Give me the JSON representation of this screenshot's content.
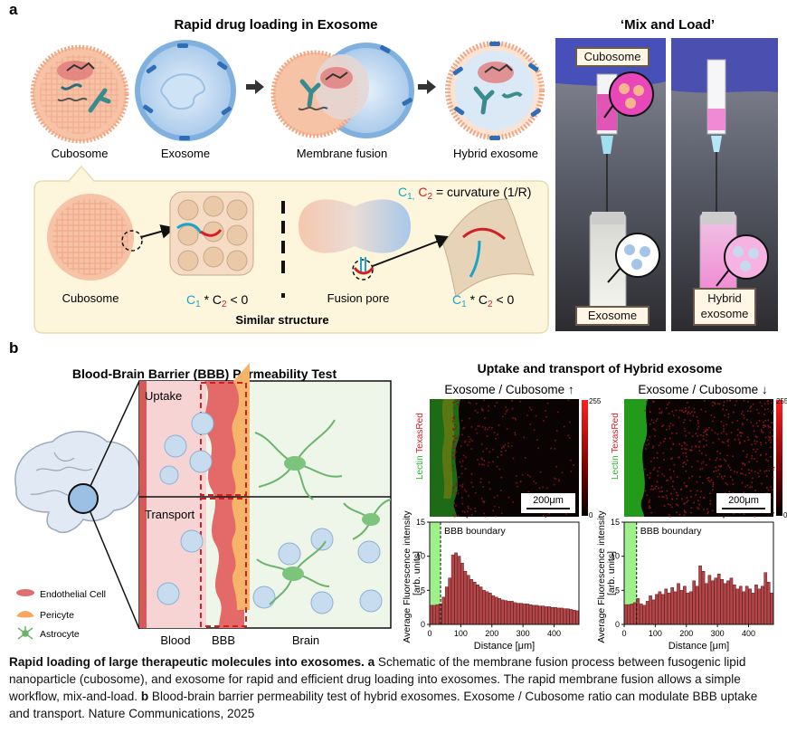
{
  "panel_a": {
    "letter": "a",
    "title": "Rapid drug loading in Exosome",
    "cells": [
      "Cubosome",
      "Exosome",
      "Membrane fusion",
      "Hybrid exosome"
    ],
    "inset": {
      "curvature_c1": "C",
      "curvature_c2": "C",
      "curvature_sub1": "1,",
      "curvature_sub2": "2",
      "curvature_text": "= curvature (1/R)",
      "cubosome_label": "Cubosome",
      "fusion_pore_label": "Fusion pore",
      "equation_left": "* C",
      "equation_tail": "< 0",
      "similar": "Similar structure"
    },
    "mix_title": "‘Mix and Load’",
    "photo_labels": {
      "top": "Cubosome",
      "bottom_left": "Exosome",
      "bottom_right_1": "Hybrid",
      "bottom_right_2": "exosome"
    }
  },
  "panel_b": {
    "letter": "b",
    "bbb_title": "Blood-Brain Barrier (BBB) Permeability Test",
    "uptake": "Uptake",
    "transport": "Transport",
    "blood": "Blood",
    "bbb": "BBB",
    "brain": "Brain",
    "legend": [
      "Endothelial Cell",
      "Pericyte",
      "Astrocyte"
    ],
    "uptake_title": "Uptake and transport of Hybrid exosome",
    "left_condition": "Exosome / Cubosome ↑",
    "right_condition": "Exosome / Cubosome ↓",
    "channel_green": "Lectin",
    "channel_red": "TexasRed",
    "colorbar_max": "255",
    "colorbar_min": "0",
    "scale_bar": "200μm",
    "boundary_label": "BBB boundary",
    "y_label_1": "Average Fluorescence intensity",
    "y_label_2": "[arb. units]",
    "x_label": "Distance [μm]"
  },
  "chart_data": [
    {
      "type": "bar",
      "x": [
        5,
        15,
        25,
        35,
        45,
        55,
        65,
        75,
        85,
        95,
        105,
        115,
        125,
        135,
        145,
        155,
        165,
        175,
        185,
        195,
        205,
        215,
        225,
        235,
        245,
        255,
        265,
        275,
        285,
        295,
        305,
        315,
        325,
        335,
        345,
        355,
        365,
        375,
        385,
        395,
        405,
        415,
        425,
        435,
        445,
        455,
        465,
        475
      ],
      "values": [
        2.8,
        2.8,
        2.9,
        3.0,
        4.0,
        5.5,
        6.8,
        10.2,
        10.5,
        10.0,
        9.0,
        7.8,
        7.2,
        6.6,
        6.2,
        5.8,
        5.5,
        5.0,
        4.8,
        4.6,
        4.2,
        4.0,
        3.8,
        3.6,
        3.5,
        3.4,
        3.4,
        3.2,
        3.1,
        3.1,
        3.0,
        3.0,
        2.9,
        2.8,
        2.8,
        2.7,
        2.7,
        2.6,
        2.6,
        2.5,
        2.5,
        2.4,
        2.4,
        2.3,
        2.3,
        2.2,
        2.1,
        2.0
      ],
      "bbb_boundary": 35,
      "xlabel": "Distance [μm]",
      "ylabel": "Average Fluorescence intensity [arb. units]",
      "xlim": [
        0,
        480
      ],
      "ylim": [
        0,
        15
      ],
      "xticks": [
        0,
        100,
        200,
        300,
        400
      ],
      "yticks": [
        0,
        5,
        10,
        15
      ]
    },
    {
      "type": "bar",
      "x": [
        5,
        15,
        25,
        35,
        45,
        55,
        65,
        75,
        85,
        95,
        105,
        115,
        125,
        135,
        145,
        155,
        165,
        175,
        185,
        195,
        205,
        215,
        225,
        235,
        245,
        255,
        265,
        275,
        285,
        295,
        305,
        315,
        325,
        335,
        345,
        355,
        365,
        375,
        385,
        395,
        405,
        415,
        425,
        435,
        445,
        455,
        465,
        475
      ],
      "values": [
        2.9,
        2.9,
        3.0,
        3.2,
        3.8,
        3.0,
        2.8,
        3.4,
        4.2,
        3.6,
        4.4,
        4.8,
        4.4,
        5.2,
        4.6,
        5.4,
        4.8,
        6.0,
        5.0,
        5.6,
        4.6,
        4.8,
        6.4,
        5.6,
        8.6,
        7.8,
        6.0,
        7.2,
        6.4,
        6.8,
        7.4,
        6.6,
        6.0,
        6.4,
        6.8,
        5.8,
        5.2,
        5.6,
        4.8,
        5.6,
        5.2,
        4.6,
        5.8,
        5.2,
        5.6,
        7.6,
        6.2,
        4.6
      ],
      "bbb_boundary": 40,
      "xlabel": "Distance [μm]",
      "ylabel": "Average Fluorescence intensity [arb. units]",
      "xlim": [
        0,
        480
      ],
      "ylim": [
        0,
        15
      ],
      "xticks": [
        0,
        100,
        200,
        300,
        400
      ],
      "yticks": [
        0,
        5,
        10,
        15
      ]
    }
  ],
  "caption": {
    "bold": "Rapid loading of large therapeutic molecules into exosomes.",
    "a_label": "a",
    "a_text": " Schematic of the membrane fusion process between fusogenic lipid nanoparticle (cubosome), and exosome for rapid and efficient drug loading into exosomes. The rapid membrane fusion allows a simple workflow, mix-and-load.",
    "b_label": "b",
    "b_text": " Blood-brain barrier permeability test of hybrid exosomes. Exosome / Cubosome ratio can modulate BBB uptake and transport. Nature Communications, 2025"
  },
  "colors": {
    "cubosome": "#f5b99a",
    "exosome": "#6fa3d8",
    "inset_bg": "#fdf6dc",
    "bar": "#b5464a",
    "boundary": "#9ef08a"
  }
}
